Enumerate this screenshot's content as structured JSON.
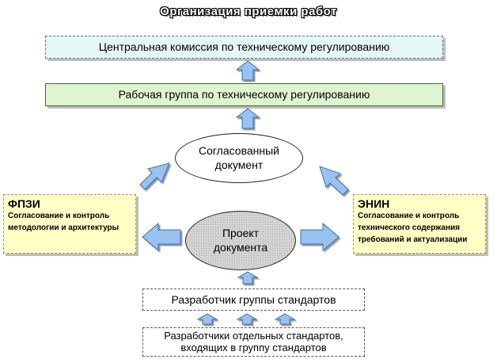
{
  "title": "Организация  приемки  работ",
  "nodes": {
    "central": "Центральная комиссия по техническому регулированию",
    "working_group": "Рабочая группа по техническому регулированию",
    "agreed_doc": "Согласованный документ",
    "draft_doc": "Проект документа",
    "group_developer": "Разработчик группы стандартов",
    "individual_developers": "Разработчики отдельных стандартов, входящих в группу стандартов"
  },
  "fpzi": {
    "heading": "ФПЗИ",
    "text": "Согласование и контроль методологии  и архитектуры"
  },
  "enin": {
    "heading": "ЭНИН",
    "text": "Согласование и контроль технического содержания требований  и актуализации"
  },
  "colors": {
    "arrow_fill": "#99c2f0",
    "arrow_stroke": "#3b6fb0",
    "central_fill": "#e4f6f6",
    "working_group_fill": "#dff5cf",
    "side_fill": "#ffffc6",
    "draft_fill": "#d9d9d9"
  }
}
